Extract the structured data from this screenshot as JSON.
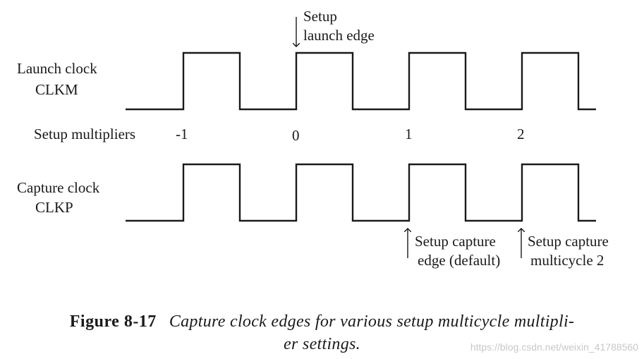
{
  "launch_clock": {
    "label_line1": "Launch clock",
    "label_line2": "CLKM"
  },
  "capture_clock": {
    "label_line1": "Capture clock",
    "label_line2": "CLKP"
  },
  "setup_multipliers": {
    "label": "Setup multipliers",
    "values": [
      "-1",
      "0",
      "1",
      "2"
    ]
  },
  "annotations": {
    "launch_edge": {
      "line1": "Setup",
      "line2": "launch edge"
    },
    "capture_default": {
      "line1": "Setup capture",
      "line2": "edge (default)"
    },
    "capture_multicycle": {
      "line1": "Setup capture",
      "line2": "multicycle 2"
    }
  },
  "caption": {
    "figure_number": "Figure 8-17",
    "text_line1": "Capture clock edges for various setup multicycle multipli-",
    "text_line2": "er settings."
  },
  "watermark": "https://blog.csdn.net/weixin_41788560",
  "colors": {
    "ink": "#1a1a1a",
    "watermark": "#c8c8c8"
  }
}
